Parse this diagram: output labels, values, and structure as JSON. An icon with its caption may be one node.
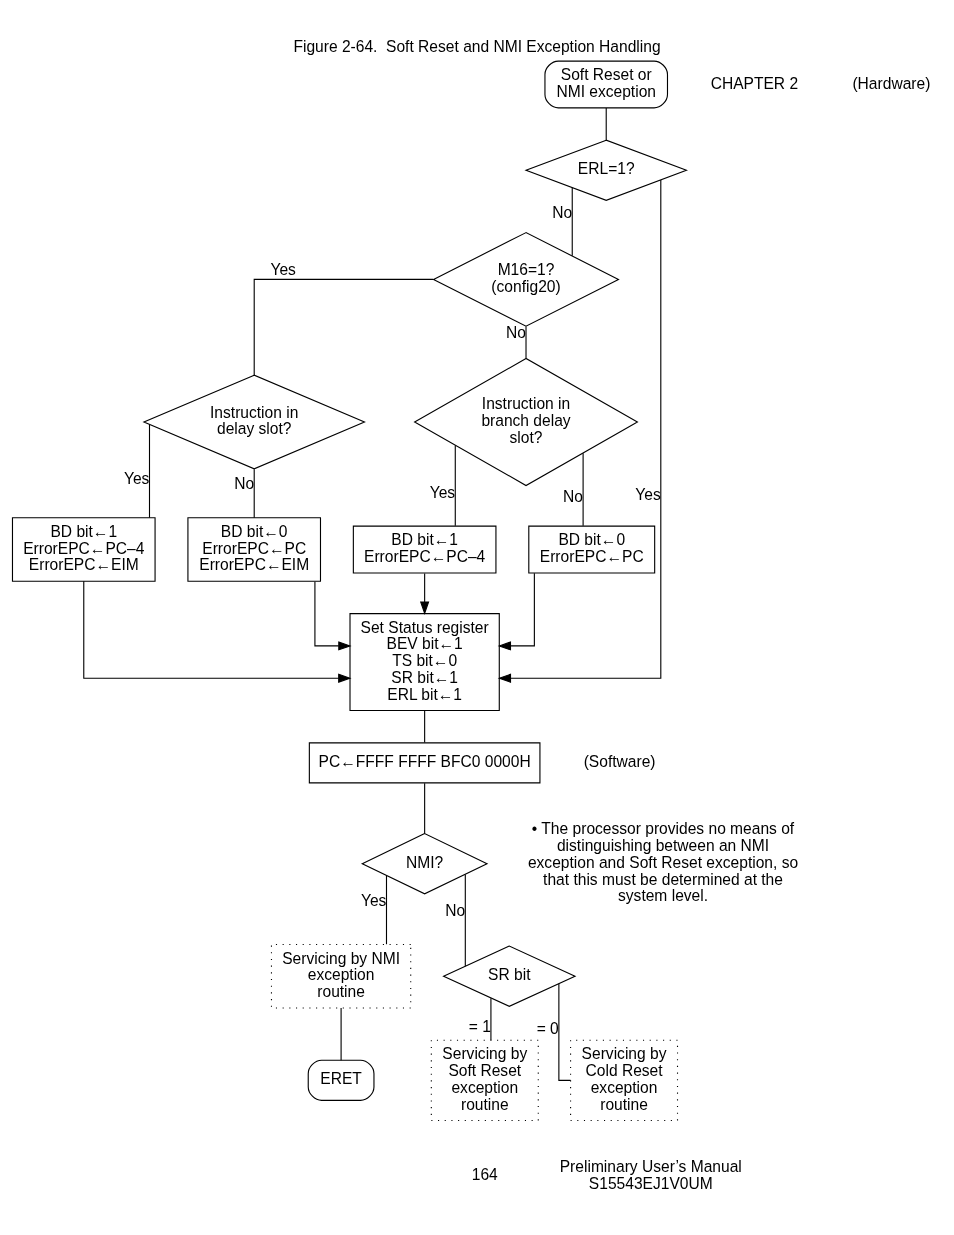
{
  "diagram": {
    "title": "Figure 2-64.  Soft Reset and NMI Exception Handling",
    "nodes": [
      {
        "text": [
          "Soft Reset or NMI exception"
        ]
      },
      {
        "text": [
          "ERL=1?"
        ]
      },
      {
        "text": [
          "M16=1? (config20)"
        ]
      },
      {
        "text": [
          "Instruction in delay slot?"
        ]
      },
      {
        "text": [
          "BD bit←1",
          "ErrorEPC←PC–4",
          "ErrorEPC←EIM"
        ]
      },
      {
        "text": [
          "BD bit←0",
          "ErrorEPC←PC",
          "ErrorEPC←EIM"
        ]
      },
      {
        "text": [
          "Instruction in branch delay slot?"
        ]
      },
      {
        "text": [
          "BD bit←1",
          "ErrorEPC←PC–4"
        ]
      },
      {
        "text": [
          "BD bit←0",
          "ErrorEPC←PC"
        ]
      },
      {
        "text": [
          "Set Status register",
          "BEV bit←1",
          "TS bit←0",
          "SR bit←1",
          "ERL bit←1"
        ]
      },
      {
        "text": [
          "PC←FFFF FFFF BFC0 0000H"
        ]
      },
      {
        "text": [
          "NMI?"
        ]
      },
      {
        "text": [
          "Servicing by NMI exception routine"
        ]
      },
      {
        "text": [
          "ERET"
        ]
      },
      {
        "text": [
          "SR bit"
        ]
      },
      {
        "text": [
          "Servicing by Soft Reset exception routine"
        ]
      },
      {
        "text": [
          "Servicing by Cold Reset exception routine"
        ]
      }
    ],
    "edges": [
      {
        "from": 0,
        "to": 1,
        "arrow": "none"
      },
      {
        "from": 1,
        "to": 9,
        "arrow": "to",
        "label": "Yes"
      },
      {
        "from": 1,
        "to": 2,
        "arrow": "none",
        "label": "No"
      },
      {
        "from": 2,
        "to": 3,
        "arrow": "none",
        "label": "Yes"
      },
      {
        "from": 2,
        "to": 6,
        "arrow": "none",
        "label": "No"
      },
      {
        "from": 3,
        "to": 4,
        "arrow": "none",
        "label": "Yes"
      },
      {
        "from": 3,
        "to": 5,
        "arrow": "none",
        "label": "No"
      },
      {
        "from": 6,
        "to": 7,
        "arrow": "none",
        "label": "Yes"
      },
      {
        "from": 6,
        "to": 8,
        "arrow": "none",
        "label": "No"
      },
      {
        "from": 7,
        "to": 9,
        "arrow": "to"
      },
      {
        "from": 8,
        "to": 9,
        "arrow": "to"
      },
      {
        "from": 4,
        "to": 9,
        "arrow": "to"
      },
      {
        "from": 5,
        "to": 9,
        "arrow": "to"
      },
      {
        "from": 9,
        "to": 10,
        "arrow": "none"
      },
      {
        "from": 10,
        "to": 11,
        "arrow": "none"
      },
      {
        "from": 11,
        "to": 12,
        "arrow": "none",
        "label": "Yes"
      },
      {
        "from": 12,
        "to": 13,
        "arrow": "none"
      },
      {
        "from": 11,
        "to": 14,
        "arrow": "none",
        "label": "No"
      },
      {
        "from": 14,
        "to": 15,
        "arrow": "none",
        "label": "= 1"
      },
      {
        "from": 14,
        "to": 16,
        "arrow": "none",
        "label": "= 0"
      }
    ],
    "labels": [
      "CHAPTER 2",
      "(Hardware)",
      "(Software)",
      "• The processor provides no means of distinguishing between an NMI exception and Soft Reset exception, so that this must be determined at the system level.",
      "164",
      "Preliminary User’s Manual  S15543EJ1V0UM"
    ]
  }
}
